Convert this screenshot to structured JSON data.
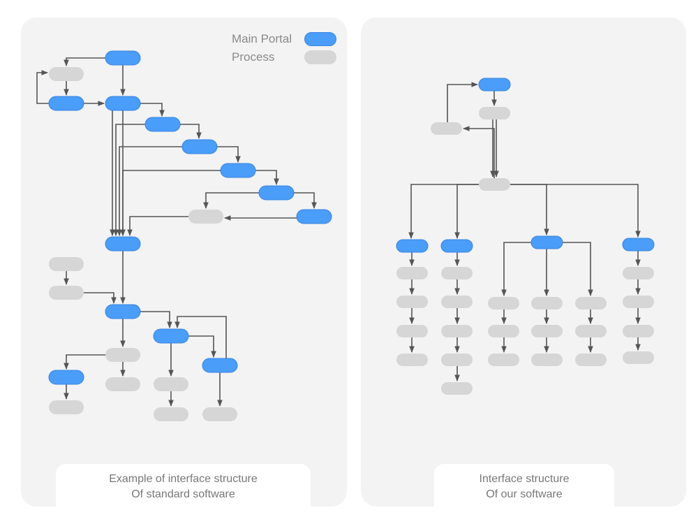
{
  "legend": {
    "main_portal_label": "Main Portal",
    "process_label": "Process",
    "main_portal_color": "#4a9df8",
    "process_color": "#d6d6d6"
  },
  "left_panel": {
    "caption_line1": "Example of interface structure",
    "caption_line2": "Of standard software"
  },
  "right_panel": {
    "caption_line1": "Interface structure",
    "caption_line2": "Of our software"
  },
  "colors": {
    "panel_background": "#f3f3f3",
    "connector": "#555555"
  }
}
